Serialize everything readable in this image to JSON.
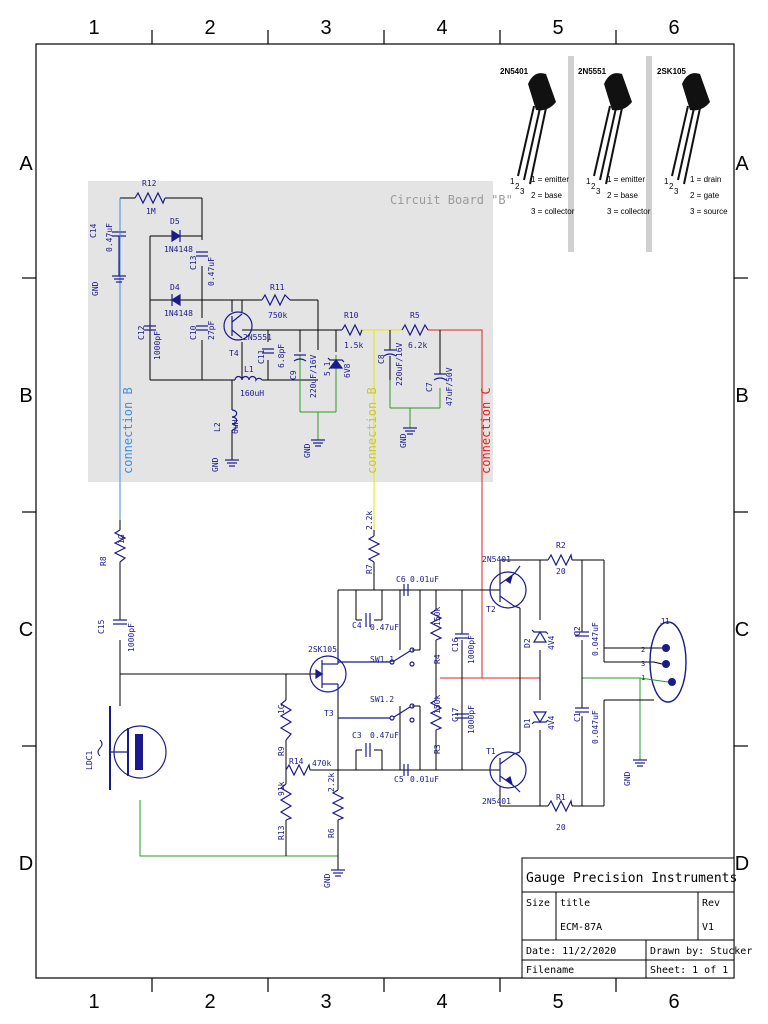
{
  "frame": {
    "columns": [
      "1",
      "2",
      "3",
      "4",
      "5",
      "6"
    ],
    "rows": [
      "A",
      "B",
      "C",
      "D"
    ]
  },
  "board": {
    "title": "Circuit Board \"B\""
  },
  "connections": {
    "b": "connection B",
    "b2": "connection B",
    "c": "connection C"
  },
  "transistors": [
    {
      "name": "2N5401",
      "p1": "1 = emitter",
      "p2": "2 = base",
      "p3": "3 = collector"
    },
    {
      "name": "2N5551",
      "p1": "1 = emitter",
      "p2": "2 = base",
      "p3": "3 = collector"
    },
    {
      "name": "2SK105",
      "p1": "1 = drain",
      "p2": "2 = gate",
      "p3": "3 = source"
    }
  ],
  "pin_digits": {
    "one": "1",
    "two": "2",
    "three": "3"
  },
  "components": {
    "R12": "R12",
    "R12v": "1M",
    "C14": "C14",
    "C14v": "0.47uF",
    "D5": "D5",
    "D5v": "1N4148",
    "C13": "C13",
    "C13v": "0.47uF",
    "D4": "D4",
    "D4v": "1N4148",
    "C12": "C12",
    "C12v": "1000pF",
    "C10": "C10",
    "C10v": "27pF",
    "R11": "R11",
    "R11v": "750k",
    "T4": "T4",
    "T4v": "2N5551",
    "C11": "C11",
    "C11v": "6.8pF",
    "L1": "L1",
    "L1v": "160uH",
    "L2": "L2",
    "L2v": "6uH",
    "C9": "C9",
    "C9v": "220uF/16V",
    "Z1": "6V8",
    "Z1v": "5.1",
    "R10": "R10",
    "R10v": "1.5k",
    "C8": "C8",
    "C8v": "220uF/16V",
    "R5": "R5",
    "R5v": "6.2k",
    "C7": "C7",
    "C7v": "47uF/50V",
    "R8": "R8",
    "R8v": "1G",
    "C15": "C15",
    "C15v": "1000pF",
    "LDC1": "LDC1",
    "R7": "R7",
    "R7v": "2.2k",
    "T3": "T3",
    "T3v": "2SK105",
    "C4": "C4",
    "C4v": "0.47uF",
    "C6": "C6",
    "C6v": "0.01uF",
    "SW1_1": "SW1.1",
    "SW1_2": "SW1.2",
    "R4": "R4",
    "R4v": "150k",
    "R3": "R3",
    "R3v": "150k",
    "C16": "C16",
    "C16v": "1000pF",
    "C17": "C17",
    "C17v": "1000pF",
    "C3": "C3",
    "C3v": "0.47uF",
    "C5": "C5",
    "C5v": "0.01uF",
    "R9": "R9",
    "R9v": "1G",
    "R14": "R14",
    "R14v": "470k",
    "R13": "R13",
    "R13v": "91k",
    "R6": "R6",
    "R6v": "2.2k",
    "T2": "T2",
    "T2v": "2N5401",
    "T1": "T1",
    "T1v": "2N5401",
    "R2": "R2",
    "R2v": "20",
    "R1": "R1",
    "R1v": "20",
    "D2": "D2",
    "D2v": "4V4",
    "D1": "D1",
    "D1v": "4V4",
    "C2": "C2",
    "C2v": "0.047uF",
    "C1": "C1",
    "C1v": "0.047uF",
    "J1": "J1",
    "J1p1": "1",
    "J1p2": "2",
    "J1p3": "3"
  },
  "gnd": "GND",
  "title_block": {
    "company": "Gauge Precision Instruments",
    "size_label": "Size",
    "title_label": "title",
    "title_value": "ECM-87A",
    "rev_label": "Rev",
    "rev_value": "V1",
    "date": "Date: 11/2/2020",
    "drawn": "Drawn by: Stucker",
    "filename": "Filename",
    "sheet": "Sheet: 1 of 1"
  },
  "colors": {
    "blue_wire": "#3a8ee6",
    "yellow_wire": "#e6e600",
    "red_wire": "#e62020",
    "green_wire": "#2a9a2a",
    "component": "#1a1a8c",
    "board_bg": "#e4e4e4"
  }
}
